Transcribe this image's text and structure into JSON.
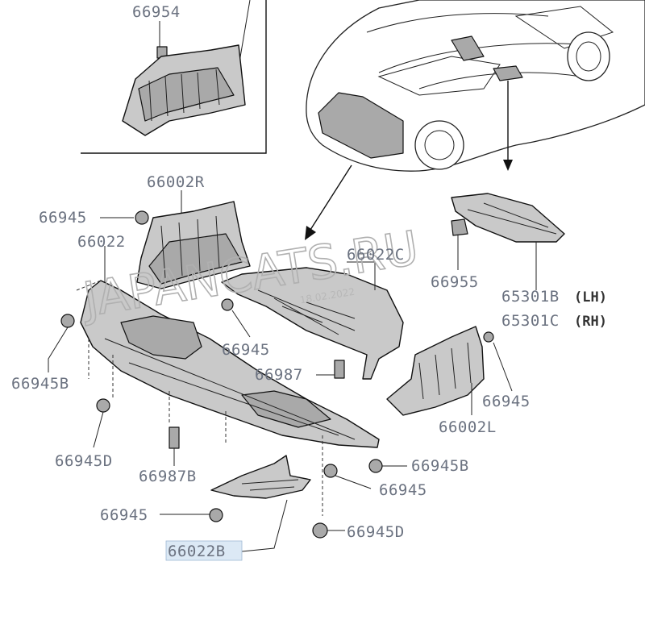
{
  "labels": {
    "p66954": "66954",
    "p66002R": "66002R",
    "p66945_top": "66945",
    "p66022": "66022",
    "p66022C": "66022C",
    "p66955": "66955",
    "p65301B": "65301B",
    "lh": "(LH)",
    "p65301C": "65301C",
    "rh": "(RH)",
    "p66945_mid": "66945",
    "p66987": "66987",
    "p66945B_left": "66945B",
    "p66945_right": "66945",
    "p66002L": "66002L",
    "p66945D_left": "66945D",
    "p66987B": "66987B",
    "p66945B_bottom": "66945B",
    "p66945_bottom_center": "66945",
    "p66945_bottom_left": "66945",
    "p66945D_bottom": "66945D",
    "p66022B": "66022B"
  },
  "watermark": "JAPANCATS.RU",
  "stamp": "18.02.2022",
  "highlight_color": "#dce9f5"
}
